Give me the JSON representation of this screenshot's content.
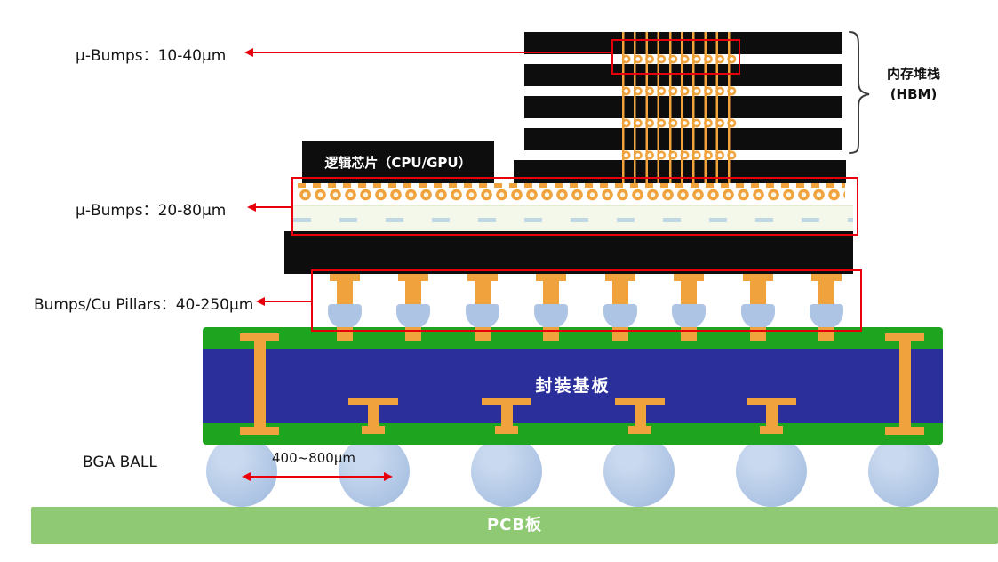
{
  "annotations": {
    "ubumps_top": {
      "label": "μ-Bumps：10-40μm"
    },
    "ubumps_mid": {
      "label": "μ-Bumps：20-80μm"
    },
    "cu_pillars": {
      "label": "Bumps/Cu Pillars：40-250μm"
    },
    "bga_ball": {
      "label": "BGA BALL",
      "size_range": "400~800μm"
    }
  },
  "components": {
    "hbm_stack": {
      "label_line1": "内存堆栈",
      "label_line2": "(HBM)",
      "die_count": 4
    },
    "logic_chip": {
      "label": "逻辑芯片（CPU/GPU）"
    },
    "package_substrate": {
      "label": "封装基板"
    },
    "pcb": {
      "label": "PCB板"
    }
  },
  "colors": {
    "die_black": "#0d0d0d",
    "bump_orange": "#f0a33c",
    "solder_blue": "#adc4e4",
    "substrate_green": "#1fa41f",
    "substrate_core_blue": "#2b2f9b",
    "pcb_green": "#8fc973",
    "annotation_red": "#e8000d"
  }
}
